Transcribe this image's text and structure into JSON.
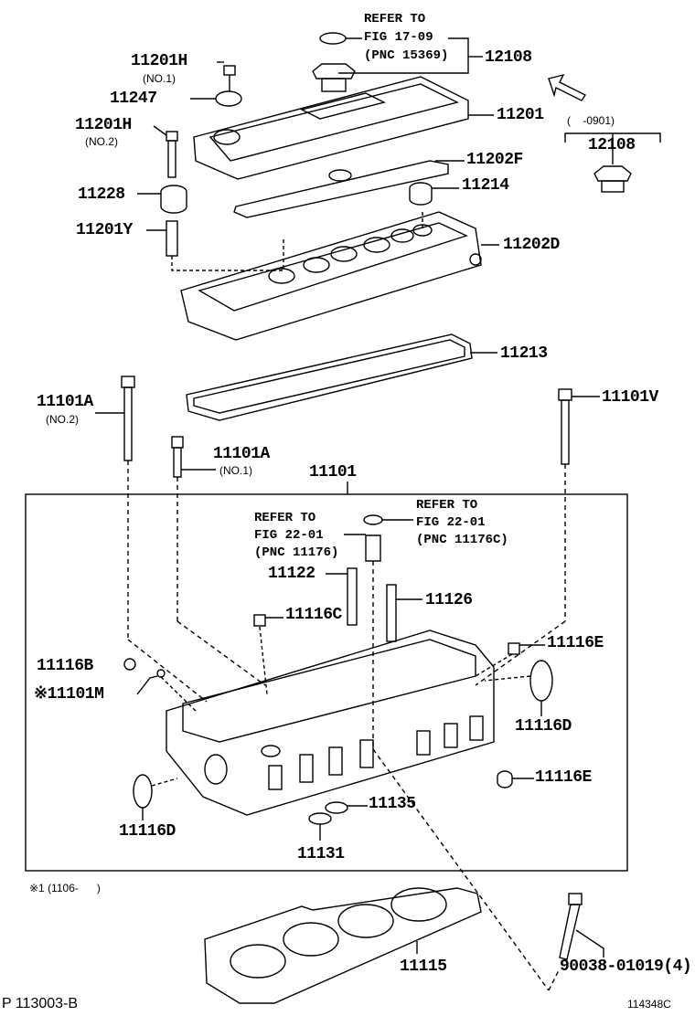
{
  "top_ref": {
    "line1": "REFER TO",
    "line2": "FIG 17-09",
    "line3": "(PNC 15369)",
    "part": "12108"
  },
  "arrow_icon": "direction-arrow",
  "labels": {
    "p11201H_1": "11201H",
    "no1_a": "(NO.1)",
    "p11247": "11247",
    "p11201H_2": "11201H",
    "no2_a": "(NO.2)",
    "p11201": "11201",
    "alt_range": "(    -0901)",
    "p12108_alt": "12108",
    "p11202F": "11202F",
    "p11214": "11214",
    "p11228": "11228",
    "p11201Y": "11201Y",
    "p11202D": "11202D",
    "p11213": "11213",
    "p11101A_2": "11101A",
    "no2_b": "(NO.2)",
    "p11101V": "11101V",
    "p11101A_1": "11101A",
    "no1_b": "(NO.1)",
    "p11101": "11101",
    "p11122": "11122",
    "p11126": "11126",
    "p11116C": "11116C",
    "p11116E_1": "11116E",
    "p11116B": "11116B",
    "p11101M": "※11101M",
    "p11116D_1": "11116D",
    "p11116E_2": "11116E",
    "p11135": "11135",
    "p11116D_2": "11116D",
    "p11131": "11131",
    "p11115": "11115",
    "p90038": "90038-01019(4)"
  },
  "ref_left": {
    "line1": "REFER TO",
    "line2": "FIG 22-01",
    "line3": "(PNC 11176)"
  },
  "ref_right": {
    "line1": "REFER TO",
    "line2": "FIG 22-01",
    "line3": "(PNC 11176C)"
  },
  "note": "※1 (1106-      )",
  "footer": {
    "page_code": "P 113003-B",
    "figure_id": "114348C"
  }
}
